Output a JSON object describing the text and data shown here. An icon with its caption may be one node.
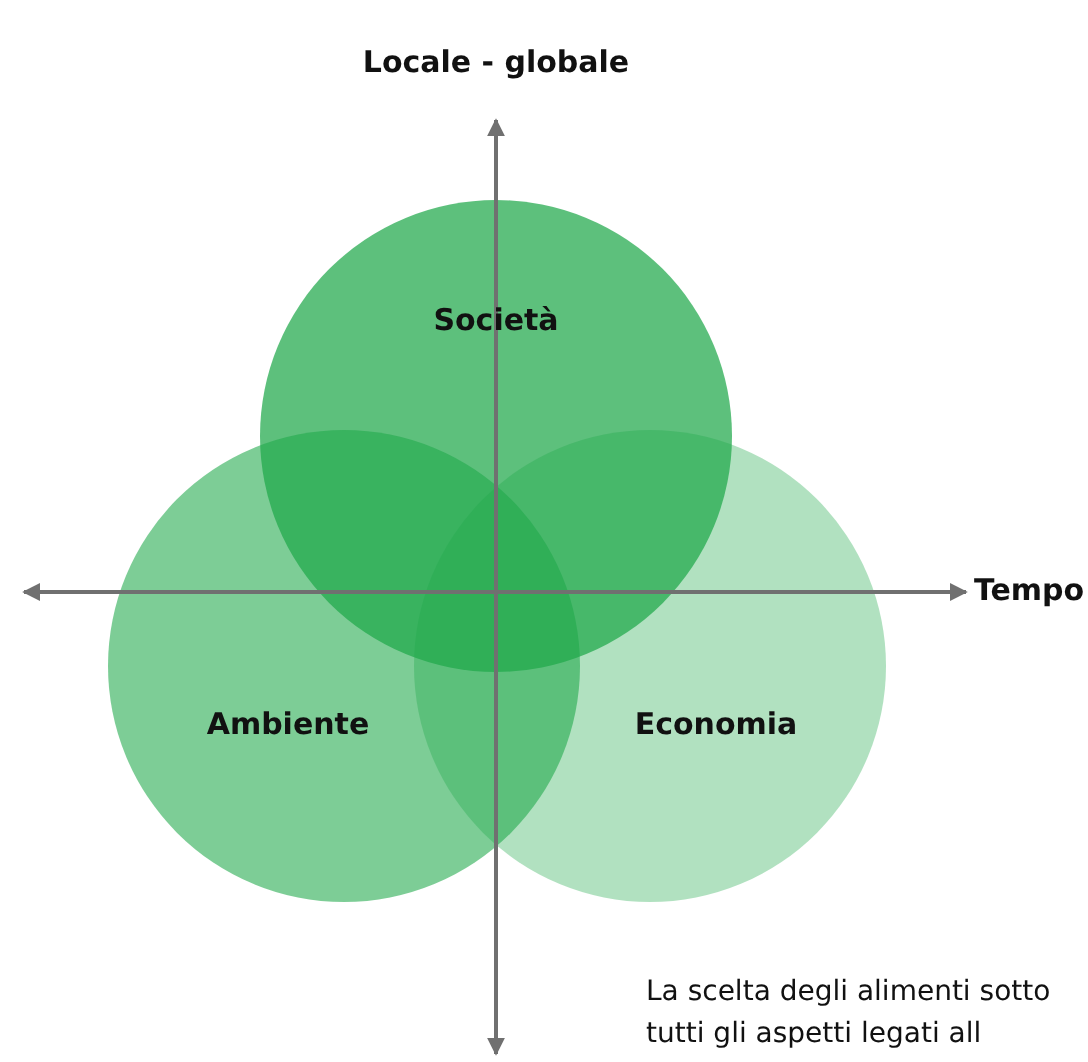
{
  "diagram": {
    "nodes": [
      {
        "text": [
          "Società"
        ]
      },
      {
        "text": [
          "Ambiente"
        ]
      },
      {
        "text": [
          "Economia"
        ]
      }
    ],
    "labels": [
      "Locale - globale",
      "Tempo",
      "La scelta degli alimenti sotto tutti gli aspetti legati all"
    ]
  }
}
